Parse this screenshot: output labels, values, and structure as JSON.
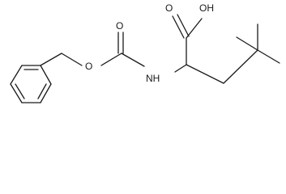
{
  "structure": {
    "atoms": {
      "carbonyl_oxygen_top": "O",
      "hydroxyl": "OH",
      "ester_oxygen": "O",
      "carbamate_oxygen_top": "O",
      "amine": "NH"
    }
  }
}
